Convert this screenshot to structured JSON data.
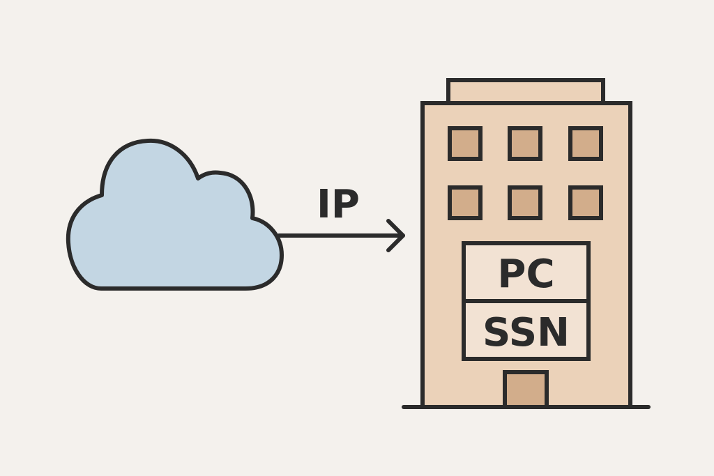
{
  "diagram": {
    "background_color": "#f4f1ed",
    "stroke_color": "#2b2b2b",
    "cloud": {
      "icon": "cloud-icon",
      "fill_color": "#c3d6e3"
    },
    "connection": {
      "label": "IP",
      "icon": "arrow-right-icon"
    },
    "building": {
      "icon": "office-building-icon",
      "fill_color": "#ebd2b9",
      "window_color": "#d2ad8b",
      "door_color": "#d2ad8b",
      "sign_fill_color": "#f2e2d3",
      "sign_lines": [
        "PC",
        "SSN"
      ]
    }
  }
}
